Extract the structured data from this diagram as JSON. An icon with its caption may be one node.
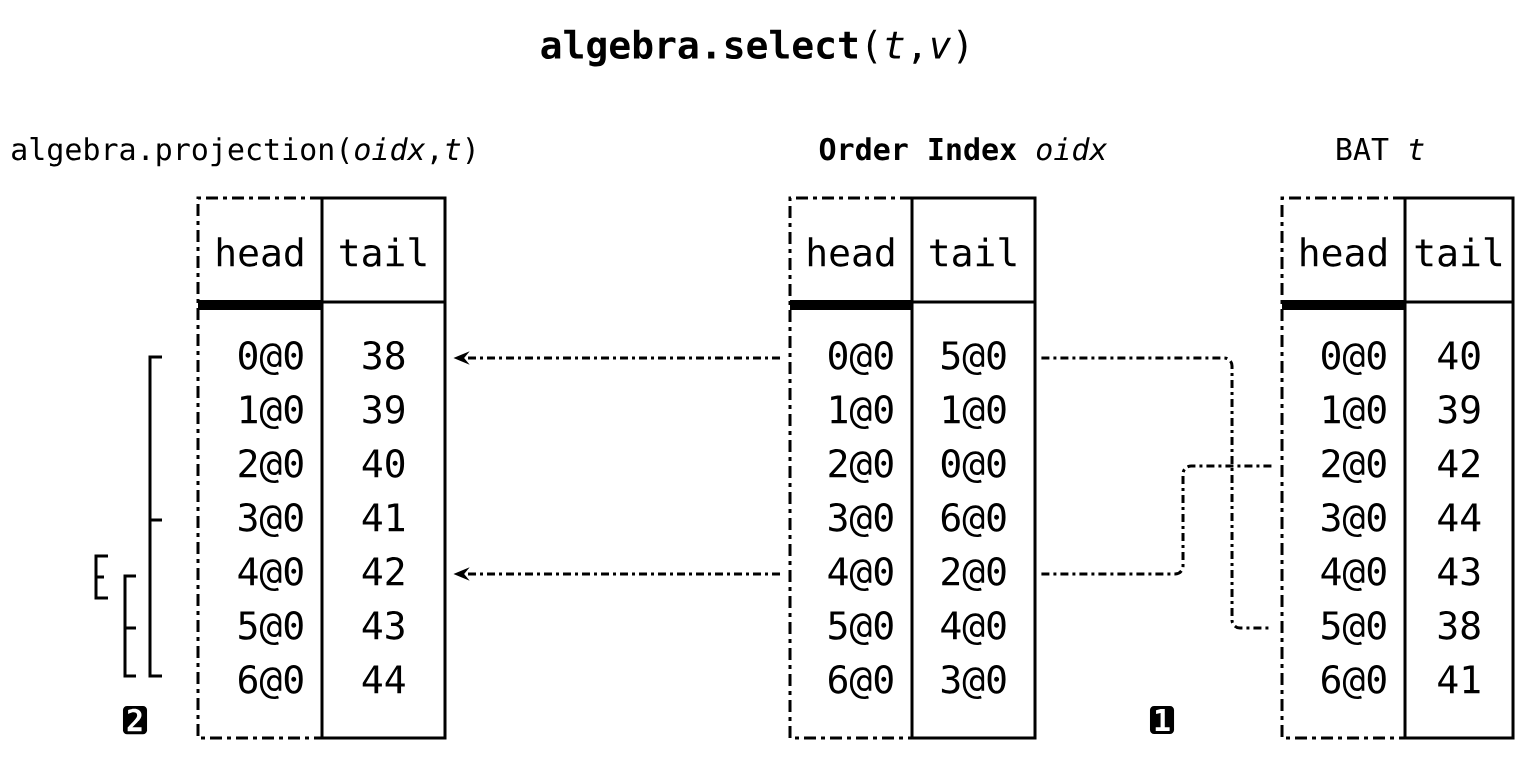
{
  "diagram": {
    "title": "**algebra.select**(*t*,*v*)",
    "nodes": [
      {
        "text": [
          "algebra.projection(*oidx*,*t*)",
          "head",
          "tail"
        ]
      },
      {
        "text": [
          "0@0",
          "38"
        ],
        "in": 0
      },
      {
        "text": [
          "1@0",
          "39"
        ],
        "in": 0
      },
      {
        "text": [
          "2@0",
          "40"
        ],
        "in": 0
      },
      {
        "text": [
          "3@0",
          "41"
        ],
        "in": 0
      },
      {
        "text": [
          "4@0",
          "42"
        ],
        "in": 0
      },
      {
        "text": [
          "5@0",
          "43"
        ],
        "in": 0
      },
      {
        "text": [
          "6@0",
          "44"
        ],
        "in": 0
      },
      {
        "text": [
          "**Order Index** *oidx*",
          "head",
          "tail"
        ]
      },
      {
        "text": [
          "0@0",
          "5@0"
        ],
        "in": 8
      },
      {
        "text": [
          "1@0",
          "1@0"
        ],
        "in": 8
      },
      {
        "text": [
          "2@0",
          "0@0"
        ],
        "in": 8
      },
      {
        "text": [
          "3@0",
          "6@0"
        ],
        "in": 8
      },
      {
        "text": [
          "4@0",
          "2@0"
        ],
        "in": 8
      },
      {
        "text": [
          "5@0",
          "4@0"
        ],
        "in": 8
      },
      {
        "text": [
          "6@0",
          "3@0"
        ],
        "in": 8
      },
      {
        "text": [
          "BAT *t*",
          "head",
          "tail"
        ]
      },
      {
        "text": [
          "0@0",
          "40"
        ],
        "in": 16
      },
      {
        "text": [
          "1@0",
          "39"
        ],
        "in": 16
      },
      {
        "text": [
          "2@0",
          "42"
        ],
        "in": 16
      },
      {
        "text": [
          "3@0",
          "44"
        ],
        "in": 16
      },
      {
        "text": [
          "4@0",
          "43"
        ],
        "in": 16
      },
      {
        "text": [
          "5@0",
          "38"
        ],
        "in": 16
      },
      {
        "text": [
          "6@0",
          "41"
        ],
        "in": 16
      }
    ],
    "edges": [
      {
        "from": 9,
        "to": 1,
        "arrow": "to",
        "style": "dashed"
      },
      {
        "from": 13,
        "to": 5,
        "arrow": "to",
        "style": "dashed"
      },
      {
        "from": 9,
        "to": 22,
        "arrow": "none",
        "style": "dashed"
      },
      {
        "from": 13,
        "to": 19,
        "arrow": "none",
        "style": "dashed"
      }
    ],
    "labels": [
      "2",
      "1"
    ]
  }
}
